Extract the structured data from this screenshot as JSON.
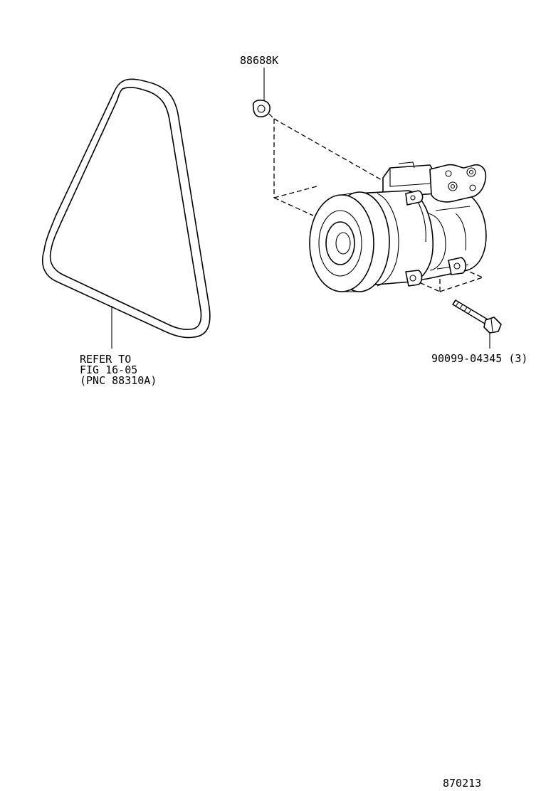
{
  "labels": {
    "nut": "88688K",
    "bolt": "90099-04345 (3)",
    "belt_ref_line1": "REFER TO",
    "belt_ref_line2": "FIG 16-05",
    "belt_ref_line3": "(PNC 88310A)",
    "figure_id": "870213"
  }
}
